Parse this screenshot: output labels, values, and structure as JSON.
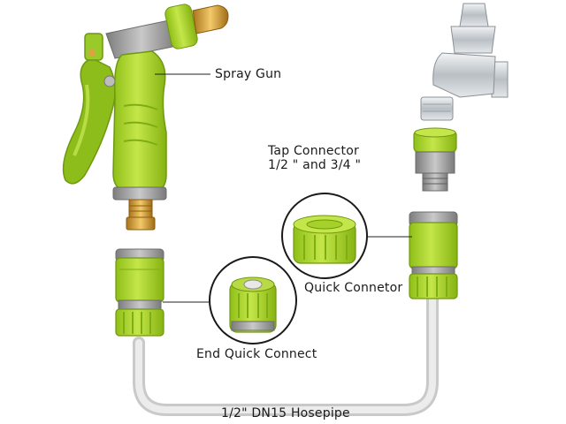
{
  "labels": {
    "spray_gun": "Spray Gun",
    "tap_connector_line1": "Tap Connector",
    "tap_connector_line2": "1/2 \" and 3/4 \"",
    "quick_connector": "Quick Connetor",
    "end_quick_connect": "End Quick Connect",
    "hosepipe": "1/2\" DN15 Hosepipe"
  },
  "colors": {
    "lime_green": "#a6d12a",
    "dark_green": "#7fae14",
    "grey": "#9e9e9e",
    "brass": "#d9a441",
    "chrome": "#cfd4d8",
    "hose": "#dadada"
  }
}
